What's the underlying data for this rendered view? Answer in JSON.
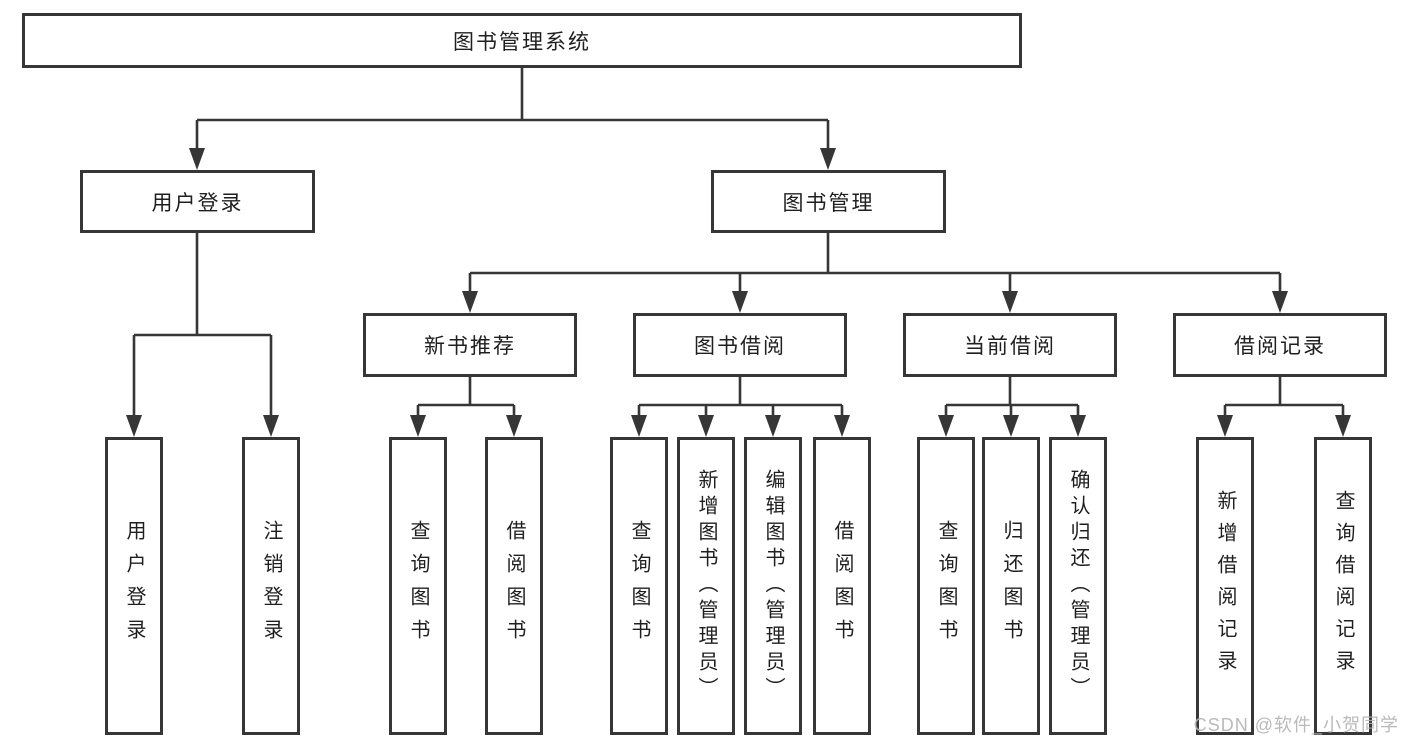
{
  "colors": {
    "line": "#363636",
    "text": "#1f1f1f",
    "box_bg": "#ffffff",
    "watermark": "#b3b3b3"
  },
  "diagram": {
    "title": "图书管理系统",
    "level2": {
      "user_login": "用户登录",
      "book_mgmt": "图书管理"
    },
    "level3": {
      "new_books": "新书推荐",
      "borrow": "图书借阅",
      "current": "当前借阅",
      "records": "借阅记录"
    },
    "leaves": {
      "user_login": [
        "用户登录",
        "注销登录"
      ],
      "new_books": [
        "查询图书",
        "借阅图书"
      ],
      "borrow": [
        "查询图书",
        "新增图书（管理员）",
        "编辑图书（管理员）",
        "借阅图书"
      ],
      "current": [
        "查询图书",
        "归还图书",
        "确认归还（管理员）"
      ],
      "records": [
        "新增借阅记录",
        "查询借阅记录"
      ]
    }
  },
  "watermark": "CSDN @软件_小贺同学"
}
